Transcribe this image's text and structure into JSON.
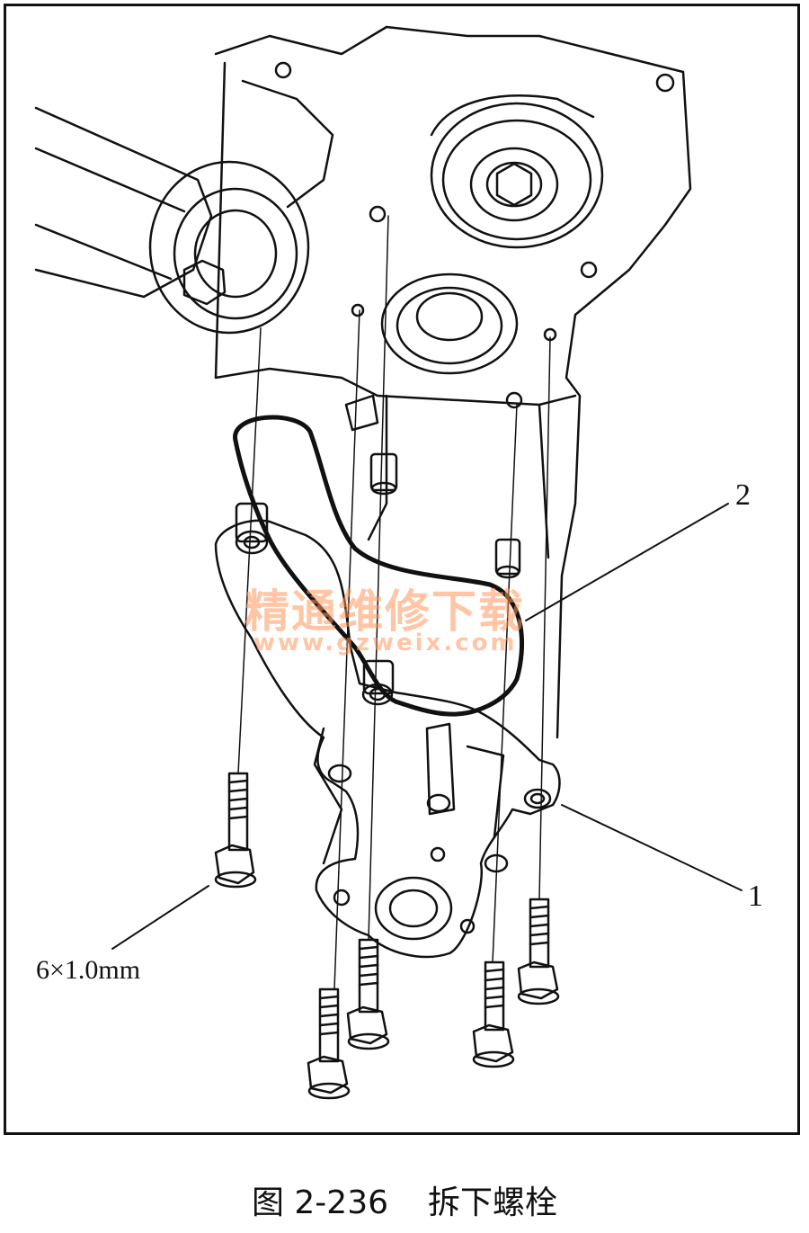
{
  "figure": {
    "caption_number": "图 2-236",
    "caption_title": "拆下螺栓"
  },
  "callouts": {
    "water_pump": "1",
    "gasket": "2"
  },
  "bolt_spec": "6×1.0mm",
  "watermark": {
    "name": "精通维修下载",
    "url": "www.gzweix.com",
    "color": "#ff965a"
  },
  "colors": {
    "ink": "#111111",
    "background": "#ffffff"
  }
}
